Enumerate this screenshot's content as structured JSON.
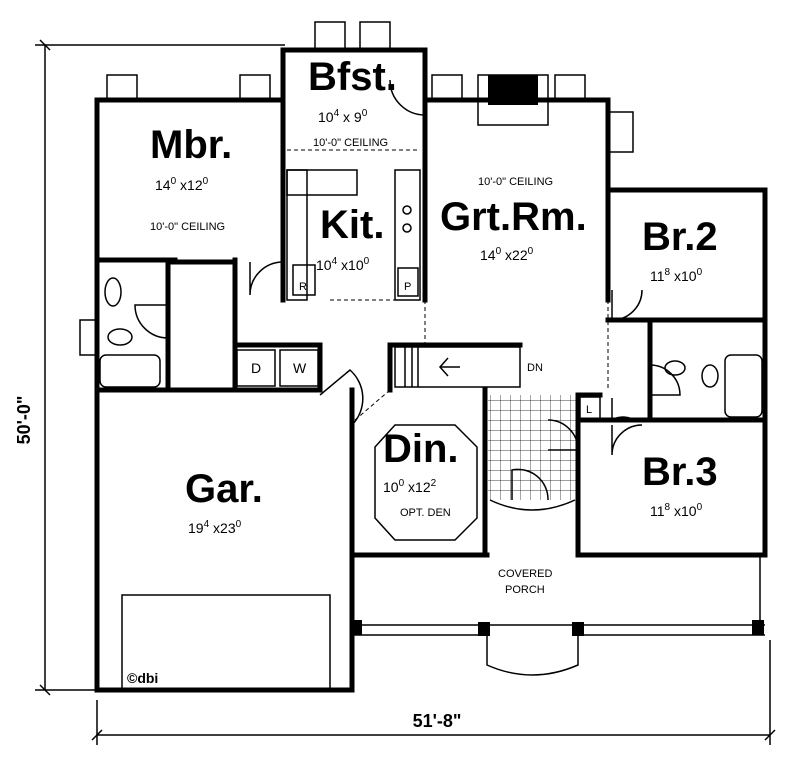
{
  "rooms": {
    "bfst": {
      "name": "Bfst.",
      "w": "10",
      "w_sup": "4",
      "h": "9",
      "h_sup": "0",
      "ceiling": "10'-0\" CEILING"
    },
    "mbr": {
      "name": "Mbr.",
      "w": "14",
      "w_sup": "0",
      "h": "12",
      "h_sup": "0",
      "ceiling": "10'-0\" CEILING"
    },
    "kit": {
      "name": "Kit.",
      "w": "10",
      "w_sup": "4",
      "h": "10",
      "h_sup": "0",
      "refrigerator": "R",
      "pantry": "P"
    },
    "grtrm": {
      "name": "Grt.Rm.",
      "w": "14",
      "w_sup": "0",
      "h": "22",
      "h_sup": "0",
      "ceiling": "10'-0\" CEILING"
    },
    "br2": {
      "name": "Br.2",
      "w": "11",
      "w_sup": "8",
      "h": "10",
      "h_sup": "0"
    },
    "br3": {
      "name": "Br.3",
      "w": "11",
      "w_sup": "8",
      "h": "10",
      "h_sup": "0"
    },
    "din": {
      "name": "Din.",
      "w": "10",
      "w_sup": "0",
      "h": "12",
      "h_sup": "2",
      "note": "OPT. DEN"
    },
    "gar": {
      "name": "Gar.",
      "w": "19",
      "w_sup": "4",
      "h": "23",
      "h_sup": "0"
    }
  },
  "labels": {
    "dryer": "D",
    "washer": "W",
    "stairs_down": "DN",
    "linen": "L",
    "porch_line1": "COVERED",
    "porch_line2": "PORCH",
    "copyright": "©dbi"
  },
  "dimensions": {
    "depth": "50'-0\"",
    "width": "51'-8\""
  }
}
